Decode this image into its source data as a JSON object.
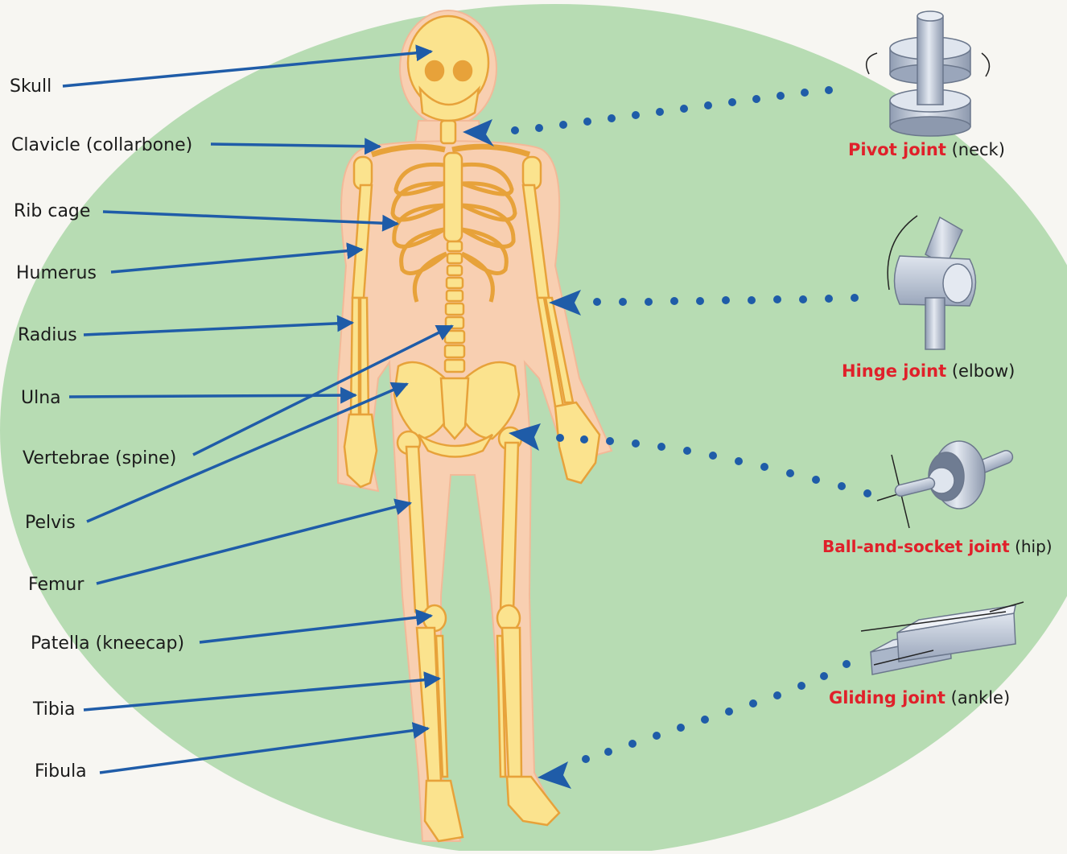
{
  "colors": {
    "oval": "#b7dcb3",
    "body_outline": "#f5c9a8",
    "bone": "#fbe38e",
    "bone_stroke": "#e7a23a",
    "arrow": "#1f5ca8",
    "joint_name": "#e0202a",
    "joint_metal": "#aab6c9"
  },
  "bone_labels": [
    {
      "id": "skull",
      "text": "Skull"
    },
    {
      "id": "clavicle",
      "text": "Clavicle (collarbone)"
    },
    {
      "id": "ribcage",
      "text": "Rib cage"
    },
    {
      "id": "humerus",
      "text": "Humerus"
    },
    {
      "id": "radius",
      "text": "Radius"
    },
    {
      "id": "ulna",
      "text": "Ulna"
    },
    {
      "id": "vertebrae",
      "text": "Vertebrae (spine)"
    },
    {
      "id": "pelvis",
      "text": "Pelvis"
    },
    {
      "id": "femur",
      "text": "Femur"
    },
    {
      "id": "patella",
      "text": "Patella (kneecap)"
    },
    {
      "id": "tibia",
      "text": "Tibia"
    },
    {
      "id": "fibula",
      "text": "Fibula"
    }
  ],
  "joints": [
    {
      "id": "pivot",
      "name": "Pivot joint",
      "location": "(neck)",
      "icon": "pivot-joint-icon"
    },
    {
      "id": "hinge",
      "name": "Hinge joint",
      "location": "(elbow)",
      "icon": "hinge-joint-icon"
    },
    {
      "id": "ball",
      "name": "Ball-and-socket joint",
      "location": "(hip)",
      "icon": "ball-socket-joint-icon"
    },
    {
      "id": "gliding",
      "name": "Gliding joint",
      "location": "(ankle)",
      "icon": "gliding-joint-icon"
    }
  ]
}
